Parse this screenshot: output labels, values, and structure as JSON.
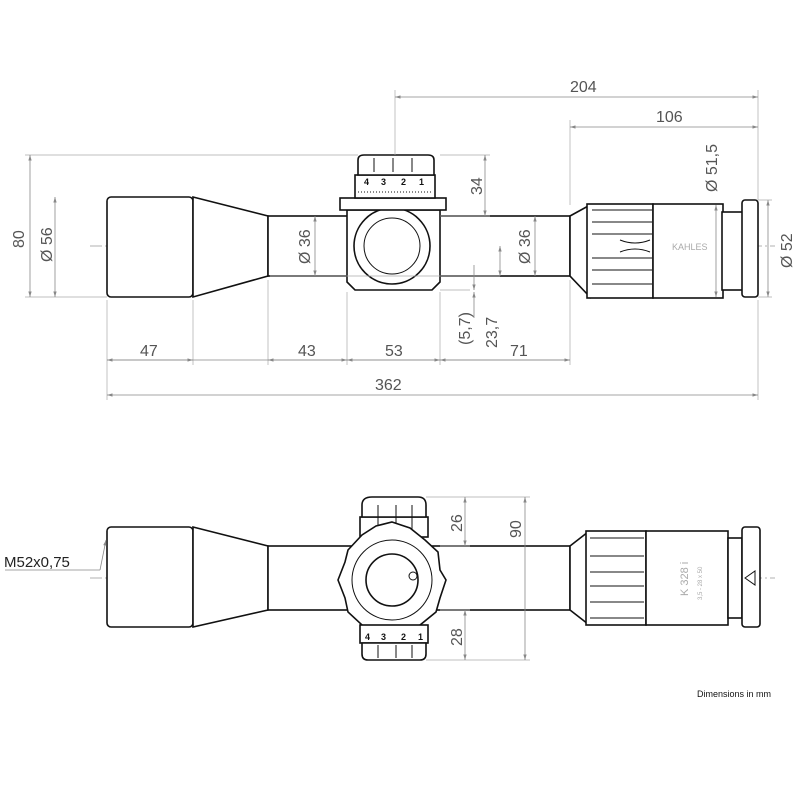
{
  "top_view": {
    "dimensions": {
      "overall_length": "362",
      "eyepiece_to_turret": "204",
      "eyepiece_length": "106",
      "objective_length": "47",
      "tube_front": "43",
      "turret_width": "53",
      "tube_rear": "71",
      "height_total": "80",
      "objective_diameter": "Ø 56",
      "tube_diameter_front": "Ø 36",
      "tube_diameter_rear": "Ø 36",
      "turret_height": "34",
      "offset_small": "(5,7)",
      "offset_large": "23,7",
      "eyepiece_ring_diameter": "Ø 51,5",
      "ocular_diameter": "Ø 52"
    },
    "turret_numbers": [
      "4",
      "3",
      "2",
      "1"
    ],
    "brand_label": "KAHLES"
  },
  "bottom_view": {
    "dimensions": {
      "top_turret_height": "26",
      "total_height": "90",
      "bottom_turret_height": "28"
    },
    "thread_label": "M52x0,75",
    "model_label": "K 328 i",
    "model_sub_label": "3,5 - 28 x 50",
    "turret_numbers": [
      "4",
      "3",
      "2",
      "1"
    ]
  },
  "units_note": "Dimensions in mm"
}
